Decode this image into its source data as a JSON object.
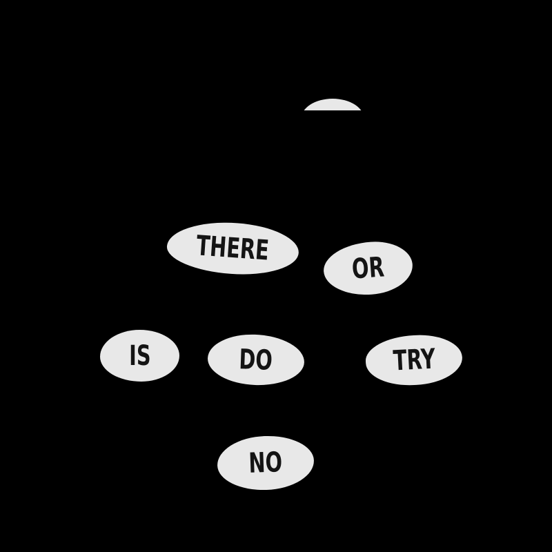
{
  "board": {
    "background_color": "#000000",
    "pebble_color": "#e8e8e8",
    "text_color": "#141414"
  },
  "pebbles": {
    "there": {
      "label": "THERE"
    },
    "or": {
      "label": "OR"
    },
    "is": {
      "label": "IS"
    },
    "do": {
      "label": "DO"
    },
    "try": {
      "label": "TRY"
    },
    "no": {
      "label": "NO"
    }
  }
}
